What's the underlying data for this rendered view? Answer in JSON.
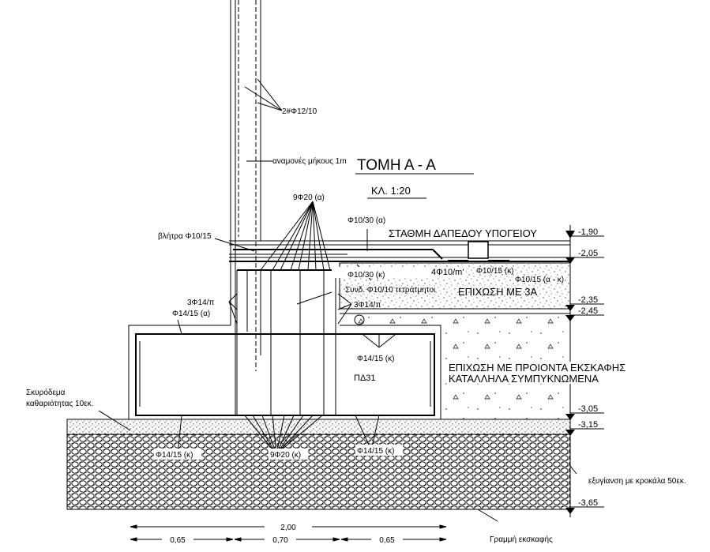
{
  "title": "ΤΟΜΗ Α - Α",
  "scale": "ΚΛ. 1:20",
  "labels": {
    "wall_bars": "2#Φ12/10",
    "starter_bars": "αναμονές μήκους 1m",
    "top_bars": "9Φ20 (α)",
    "dowels": "βλήτρα Φ10/15",
    "slab_top_bars": "Φ10/30 (α)",
    "floor_level": "ΣΤΑΘΜΗ ΔΑΠΕΔΟΥ ΥΠΟΓΕΙΟΥ",
    "slab_bottom_bars": "Φ10/30 (κ)",
    "mesh": "4Φ10/m'",
    "slab_bars_k": "Φ10/15 (κ)",
    "slab_bars_ak": "Φ10/15 (α - κ)",
    "stirrups": "Συνδ. Φ10/10 τετράτμητοι",
    "side_bars_left": "3Φ14/π",
    "side_bars_right": "3Φ14/π",
    "footing_top_bars": "Φ14/15 (α)",
    "fill_3a": "ΕΠΙΧΩΣΗ ΜΕ 3Α",
    "footing_mid_bars": "Φ14/15 (κ)",
    "footing_id": "ΠΔ31",
    "backfill_line1": "ΕΠΙΧΩΣΗ ΜΕ ΠΡΟΙΟΝΤΑ ΕΚΣΚΑΦΗΣ",
    "backfill_line2": "ΚΑΤΑΛΛΗΛΑ ΣΥΜΠΥΚΝΩΜΕΝΑ",
    "lean_concrete_line1": "Σκυρόδεμα",
    "lean_concrete_line2": "καθαριότητας 10εκ.",
    "bottom_left_bars": "Φ14/15 (κ)",
    "bottom_mid_bars": "9Φ20 (κ)",
    "bottom_right_bars": "Φ14/15 (κ)",
    "gravel": "εξυγίανση με κροκάλα 50εκ.",
    "excavation": "Γραμμή εκσκαφής"
  },
  "levels": [
    "-1,90",
    "-2,05",
    "-2,35",
    "-2,45",
    "-3,05",
    "-3,15",
    "-3,65"
  ],
  "dimensions": {
    "total": "2,00",
    "parts": [
      "0,65",
      "0,70",
      "0,65"
    ]
  }
}
